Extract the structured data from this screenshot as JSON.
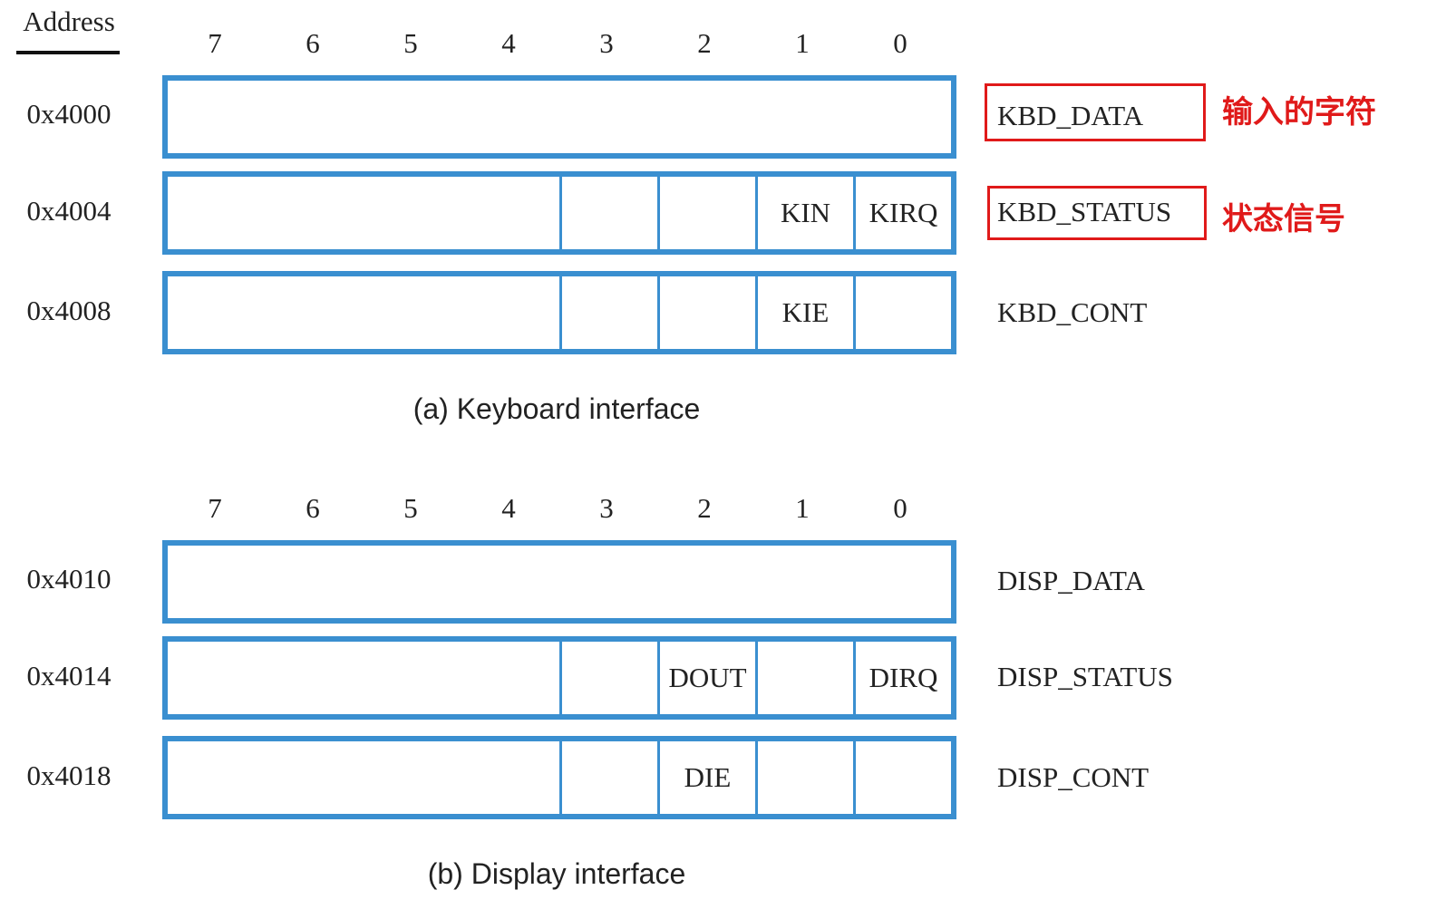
{
  "address_header": "Address",
  "bit_numbers": [
    "7",
    "6",
    "5",
    "4",
    "3",
    "2",
    "1",
    "0"
  ],
  "keyboard": {
    "caption": "(a) Keyboard interface",
    "registers": [
      {
        "address": "0x4000",
        "name": "KBD_DATA",
        "bits": {},
        "annotation": "输入的字符"
      },
      {
        "address": "0x4004",
        "name": "KBD_STATUS",
        "bits": {
          "1": "KIN",
          "0": "KIRQ"
        },
        "annotation": "状态信号"
      },
      {
        "address": "0x4008",
        "name": "KBD_CONT",
        "bits": {
          "1": "KIE",
          "0": ""
        }
      }
    ]
  },
  "display": {
    "caption": "(b) Display interface",
    "registers": [
      {
        "address": "0x4010",
        "name": "DISP_DATA",
        "bits": {}
      },
      {
        "address": "0x4014",
        "name": "DISP_STATUS",
        "bits": {
          "2": "DOUT",
          "1": "",
          "0": "DIRQ"
        }
      },
      {
        "address": "0x4018",
        "name": "DISP_CONT",
        "bits": {
          "2": "DIE",
          "1": "",
          "0": ""
        }
      }
    ]
  },
  "colors": {
    "register_border": "#3a8fd0",
    "annotation": "#e01a1a"
  }
}
